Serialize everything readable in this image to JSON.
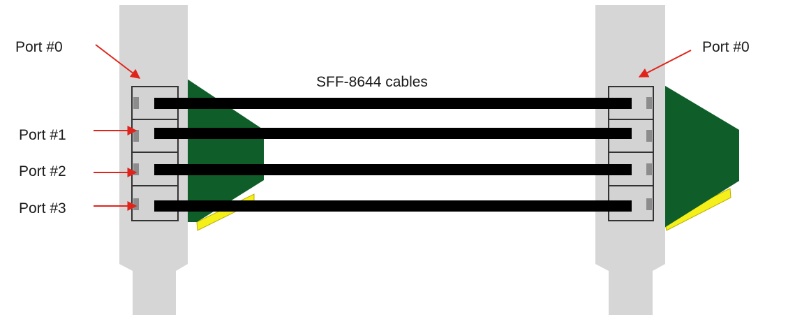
{
  "labels": {
    "left_port_0": "Port #0",
    "left_port_1": "Port #1",
    "left_port_2": "Port #2",
    "left_port_3": "Port #3",
    "right_port_0": "Port #0",
    "cables": "SFF-8644 cables"
  },
  "colors": {
    "bracket": "#d6d6d6",
    "port_housing": "#d3d3d3",
    "port_socket": "#8c8c8c",
    "pcb": "#0f5e2a",
    "gold_contacts": "#f5ef1a",
    "cable": "#000000",
    "arrow": "#e0241b"
  }
}
